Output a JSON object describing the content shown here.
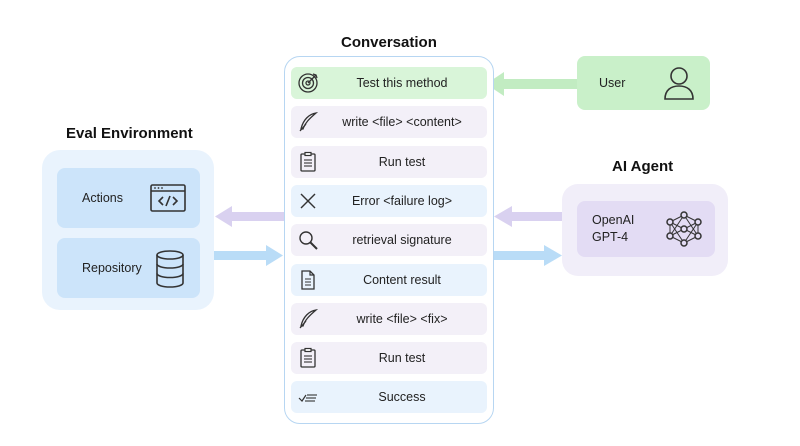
{
  "conversation": {
    "title": "Conversation",
    "rows": [
      {
        "label": "Test this method",
        "icon": "target-icon",
        "fill": "#d9f5d9"
      },
      {
        "label": "write <file> <content>",
        "icon": "quill-icon",
        "fill": "#f3f0f8"
      },
      {
        "label": "Run test",
        "icon": "clipboard-icon",
        "fill": "#f3f0f8"
      },
      {
        "label": "Error <failure log>",
        "icon": "cross-icon",
        "fill": "#e9f3fd"
      },
      {
        "label": "retrieval signature",
        "icon": "magnifier-icon",
        "fill": "#f3f0f8"
      },
      {
        "label": "Content result",
        "icon": "document-icon",
        "fill": "#e9f3fd"
      },
      {
        "label": "write <file> <fix>",
        "icon": "quill-icon",
        "fill": "#f3f0f8"
      },
      {
        "label": "Run test",
        "icon": "clipboard-icon",
        "fill": "#f3f0f8"
      },
      {
        "label": "Success",
        "icon": "checklist-icon",
        "fill": "#e9f3fd"
      }
    ]
  },
  "eval_environment": {
    "title": "Eval Environment",
    "actions_label": "Actions",
    "repository_label": "Repository"
  },
  "ai_agent": {
    "title": "AI Agent",
    "model_line1": "OpenAI",
    "model_line2": "GPT-4"
  },
  "user": {
    "label": "User"
  },
  "colors": {
    "user_green": "#c9f0c9",
    "arrow_green": "#c2ecc2",
    "eval_blue": "#cce4fa",
    "arrow_blue": "#b9dcf7",
    "agent_purple": "#e3dcf4",
    "arrow_purple": "#d9d1f0",
    "panel_border": "#b7d6f2"
  }
}
